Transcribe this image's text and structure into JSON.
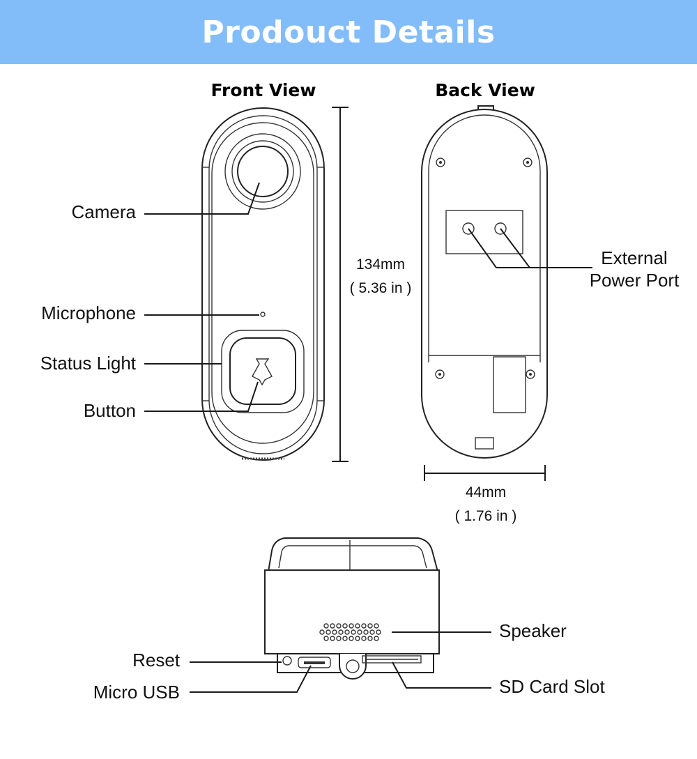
{
  "header": {
    "title": "Prodouct Details",
    "bg_color": "#82bdfa"
  },
  "front_view": {
    "title": "Front View",
    "labels": {
      "camera": "Camera",
      "microphone": "Microphone",
      "status_light": "Status Light",
      "button": "Button"
    }
  },
  "back_view": {
    "title": "Back View",
    "labels": {
      "power_line1": "External",
      "power_line2": "Power Port"
    }
  },
  "dimensions": {
    "height_mm": "134mm",
    "height_in": "( 5.36 in )",
    "width_mm": "44mm",
    "width_in": "( 1.76 in )"
  },
  "bottom_view": {
    "labels": {
      "speaker": "Speaker",
      "reset": "Reset",
      "micro_usb": "Micro USB",
      "sd_card_slot": "SD Card Slot"
    }
  }
}
